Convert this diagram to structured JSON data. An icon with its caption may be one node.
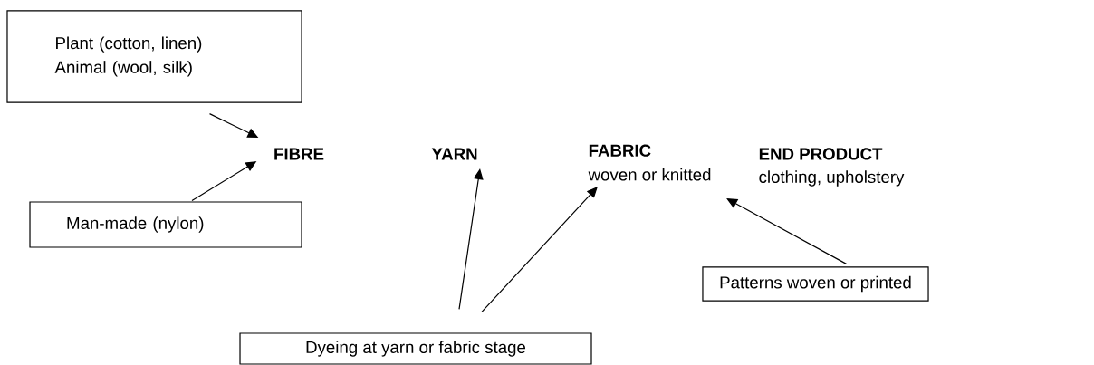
{
  "diagram": {
    "nodes": [
      {
        "text": [
          "Plant (cotton, linen) Animal (wool, silk)"
        ]
      },
      {
        "text": [
          "Man-made (nylon)"
        ]
      },
      {
        "text": [
          "FIBRE"
        ]
      },
      {
        "text": [
          "YARN"
        ]
      },
      {
        "text": [
          "FABRIC",
          "woven or knitted"
        ]
      },
      {
        "text": [
          "Patterns woven or printed"
        ]
      },
      {
        "text": [
          "Dyeing at yarn or fabric stage"
        ]
      }
    ],
    "edges": [
      {
        "from": 0,
        "to": 2,
        "arrow": "to"
      },
      {
        "from": 1,
        "to": 2,
        "arrow": "to"
      },
      {
        "from": 6,
        "to": 3,
        "arrow": "to"
      },
      {
        "from": 6,
        "to": 4,
        "arrow": "to"
      },
      {
        "from": 5,
        "to": 4,
        "arrow": "to"
      }
    ],
    "labels": [
      "END PRODUCT",
      "clothing, upholstery"
    ]
  }
}
